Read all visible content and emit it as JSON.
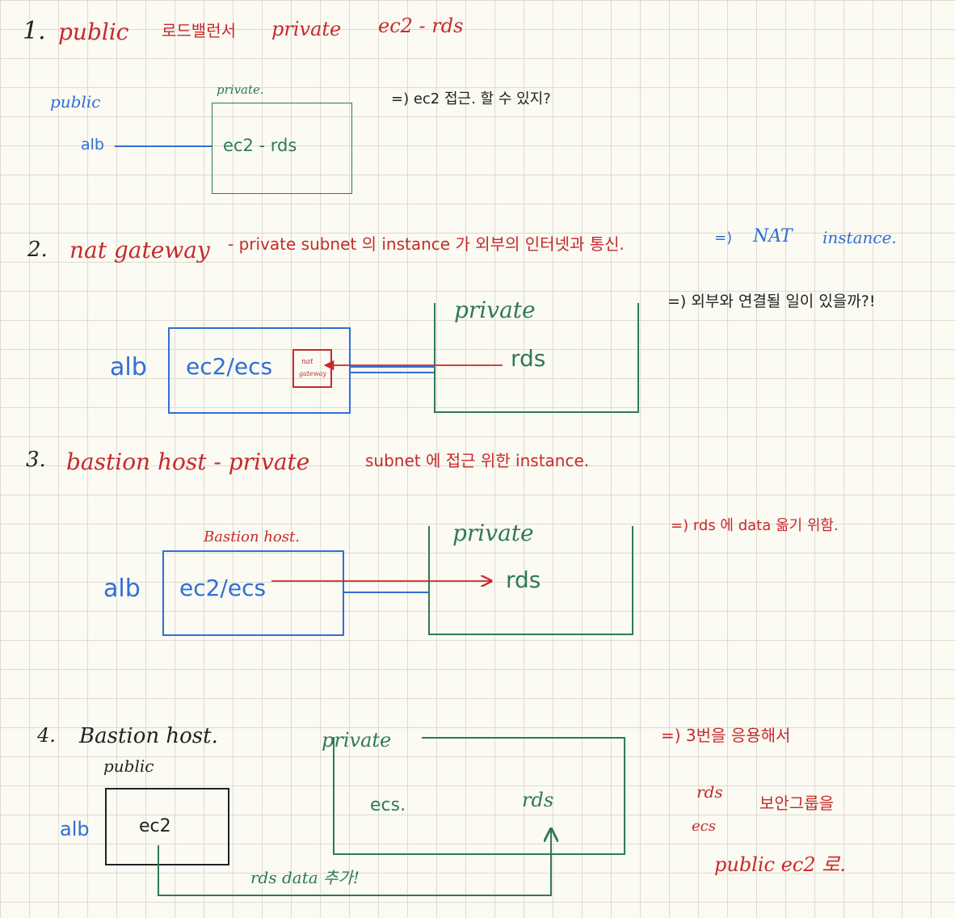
{
  "s1": {
    "num": "1.",
    "title_a": "public",
    "title_b": "로드밸런서",
    "title_c": "private",
    "title_d": "ec2 - rds",
    "public": "public",
    "private": "private.",
    "alb": "alb",
    "ec2_rds": "ec2  -  rds",
    "note": "=) ec2 접근. 할 수 있지?"
  },
  "s2": {
    "num": "2.",
    "title_a": "nat gateway",
    "title_b": "- private subnet 의 instance 가 외부의 인터넷과 통신.",
    "arrow": "=)",
    "nat": "NAT",
    "instance": "instance.",
    "alb": "alb",
    "ec2ecs": "ec2/ecs",
    "nat_box_1": "nat",
    "nat_box_2": "gateway",
    "private": "private",
    "rds": "rds",
    "note": "=) 외부와 연결될 일이 있을까?!"
  },
  "s3": {
    "num": "3.",
    "title_a": "bastion host - private",
    "title_b": "subnet 에 접근 위한 instance.",
    "bastion_label": "Bastion host.",
    "alb": "alb",
    "ec2ecs": "ec2/ecs",
    "private": "private",
    "rds": "rds",
    "note": "=) rds 에 data 옮기 위함."
  },
  "s4": {
    "num": "4.",
    "title": "Bastion host.",
    "public": "public",
    "alb": "alb",
    "ec2": "ec2",
    "private": "private",
    "ecs": "ecs.",
    "rds": "rds",
    "rds_data": "rds data 추가!",
    "note1": "=) 3번을 응용해서",
    "note_rds": "rds",
    "note_ecs": "ecs",
    "note_group": "보안그룹을",
    "note_public": "public ec2 로."
  },
  "colors": {
    "red": "#c62a2a",
    "blue": "#2f6fd6",
    "green": "#2e7a55",
    "black": "#222222"
  }
}
